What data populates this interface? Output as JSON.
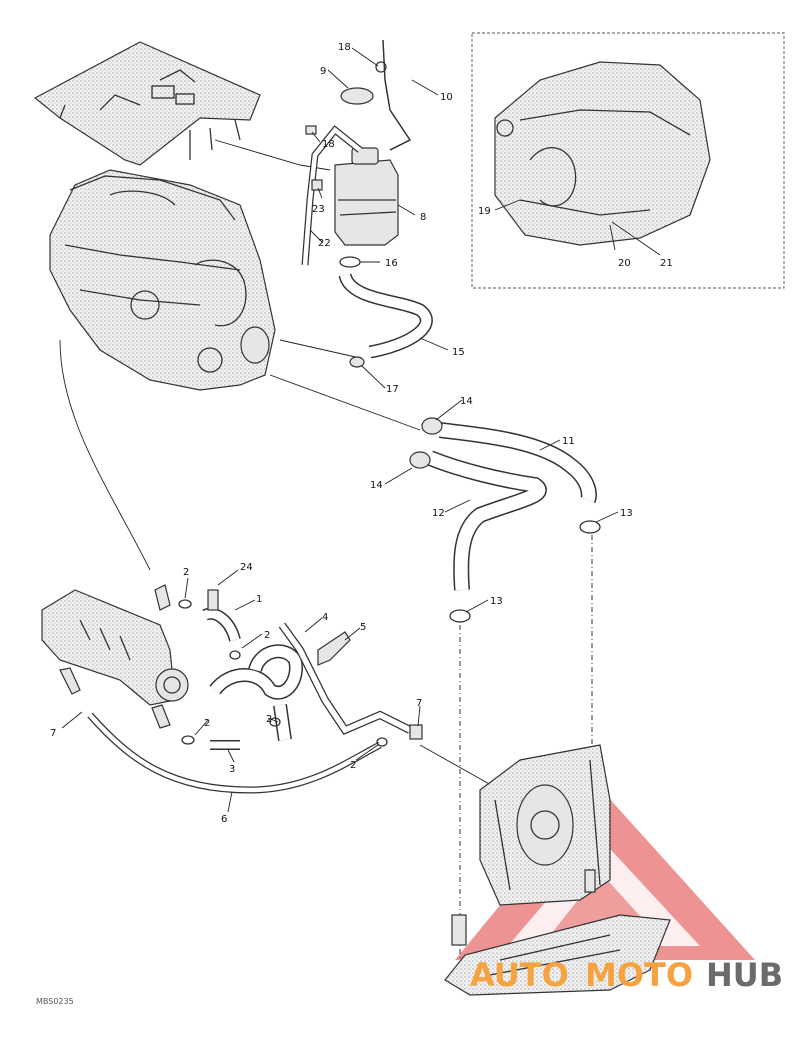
{
  "figure_code": "MBS0235",
  "callouts": [
    {
      "id": "c1",
      "text": "1"
    },
    {
      "id": "c2a",
      "text": "2"
    },
    {
      "id": "c2b",
      "text": "2"
    },
    {
      "id": "c2c",
      "text": "2"
    },
    {
      "id": "c2d",
      "text": "2"
    },
    {
      "id": "c2e",
      "text": "2"
    },
    {
      "id": "c3",
      "text": "3"
    },
    {
      "id": "c4",
      "text": "4"
    },
    {
      "id": "c5",
      "text": "5"
    },
    {
      "id": "c6",
      "text": "6"
    },
    {
      "id": "c7a",
      "text": "7"
    },
    {
      "id": "c7b",
      "text": "7"
    },
    {
      "id": "c8",
      "text": "8"
    },
    {
      "id": "c9",
      "text": "9"
    },
    {
      "id": "c10",
      "text": "10"
    },
    {
      "id": "c11",
      "text": "11"
    },
    {
      "id": "c12",
      "text": "12"
    },
    {
      "id": "c13a",
      "text": "13"
    },
    {
      "id": "c13b",
      "text": "13"
    },
    {
      "id": "c14a",
      "text": "14"
    },
    {
      "id": "c14b",
      "text": "14"
    },
    {
      "id": "c15",
      "text": "15"
    },
    {
      "id": "c16",
      "text": "16"
    },
    {
      "id": "c17",
      "text": "17"
    },
    {
      "id": "c18a",
      "text": "18"
    },
    {
      "id": "c18b",
      "text": "18"
    },
    {
      "id": "c19",
      "text": "19"
    },
    {
      "id": "c20",
      "text": "20"
    },
    {
      "id": "c21",
      "text": "21"
    },
    {
      "id": "c22",
      "text": "22"
    },
    {
      "id": "c23",
      "text": "23"
    },
    {
      "id": "c24",
      "text": "24"
    }
  ],
  "watermark": {
    "part1": "AUTO",
    "part2": "MOTO",
    "part3": "HUB",
    "color_red": "#e03a3a",
    "color_orange": "#f4a340",
    "color_gray": "#6b6b6b"
  }
}
